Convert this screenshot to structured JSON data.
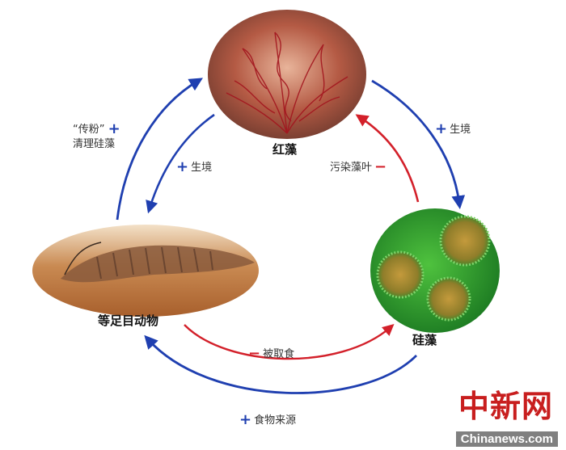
{
  "nodes": {
    "red_algae": {
      "label": "红藻"
    },
    "isopod": {
      "label": "等足目动物"
    },
    "diatom": {
      "label": "硅藻"
    }
  },
  "relations": {
    "pollination": {
      "sign": "+",
      "line1": "“传粉”",
      "line2": "清理硅藻"
    },
    "habitat_left": {
      "sign": "+",
      "text": "生境"
    },
    "habitat_right": {
      "sign": "+",
      "text": "生境"
    },
    "pollute": {
      "sign": "−",
      "text": "污染藻叶"
    },
    "eaten": {
      "sign": "−",
      "text": "被取食"
    },
    "food": {
      "sign": "+",
      "text": "食物来源"
    }
  },
  "colors": {
    "positive": "#1f3fb0",
    "negative": "#d3202a"
  },
  "watermark": {
    "brand": "中新网",
    "site": "Chinanews.com"
  }
}
